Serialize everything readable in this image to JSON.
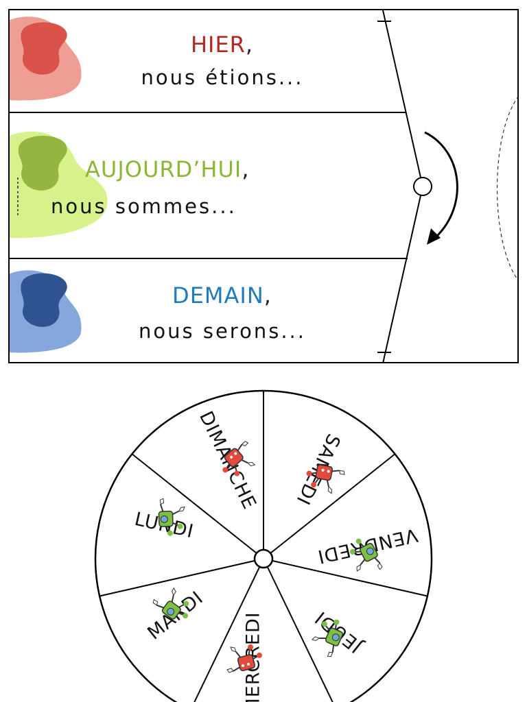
{
  "card": {
    "rows": [
      {
        "keyword": "HIER",
        "comma": ",",
        "sub": "nous étions...",
        "color": "#b3261e",
        "blob_light": "#ef9e96",
        "blob_dark": "#d9534a"
      },
      {
        "keyword": "AUJOURD’HUI",
        "comma": ",",
        "sub": "nous sommes...",
        "color": "#8cb635",
        "blob_light": "#d7f28a",
        "blob_dark": "#94b641"
      },
      {
        "keyword": "DEMAIN",
        "comma": ",",
        "sub": "nous serons...",
        "color": "#1e7bc0",
        "blob_light": "#86a7dc",
        "blob_dark": "#2f5390"
      }
    ],
    "rotate_arrow_icon": "curved-arrow-clockwise"
  },
  "wheel": {
    "days": [
      "SAMEDI",
      "VENDREDI",
      "JEUDI",
      "MERCREDI",
      "MARDI",
      "LUNDI",
      "DIMANCHE"
    ],
    "mascot_icon": "cartoon-robot",
    "mascot_colors": [
      "#e24b3b",
      "#7cc242"
    ]
  }
}
